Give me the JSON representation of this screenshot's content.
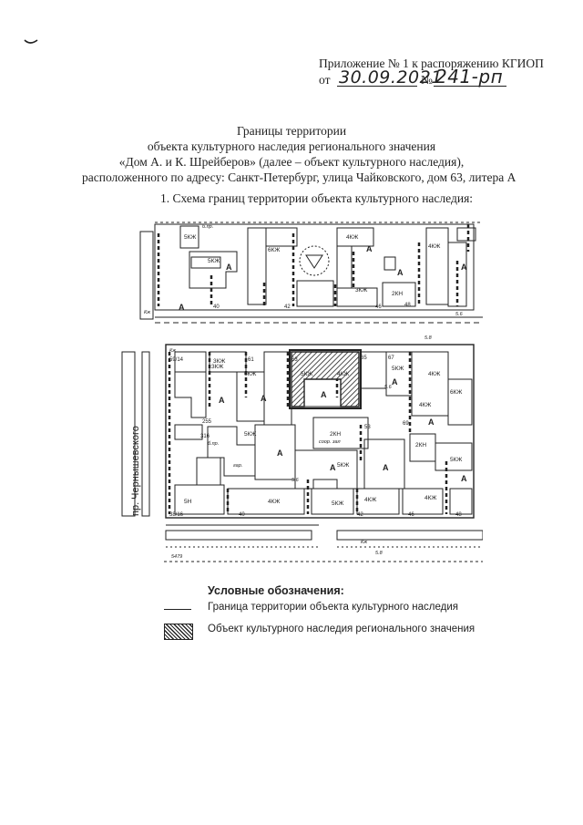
{
  "header": {
    "appendix": "Приложение № 1 к распоряжению КГИОП",
    "date_prefix": "от",
    "date_handwritten": "30.09.2021",
    "number_prefix": "№",
    "number_handwritten": "241-рп"
  },
  "title_lines": [
    "Границы территории",
    "объекта культурного наследия регионального значения",
    "«Дом А. и К. Шрейберов» (далее – объект культурного наследия),",
    "расположенного по адресу: Санкт-Петербург, улица Чайковского, дом 63, литера А"
  ],
  "section_title": "1.   Схема границ территории объекта культурного наследия:",
  "map": {
    "street_label": "пр. Чернышевского",
    "building_labels": [
      {
        "text": "5КЖ"
      },
      {
        "text": "6КЖ"
      },
      {
        "text": "4КЖ"
      },
      {
        "text": "4КЖ"
      },
      {
        "text": "5КЖ"
      },
      {
        "text": "3КЖ"
      },
      {
        "text": "2КН"
      },
      {
        "text": "3КЖ"
      },
      {
        "text": "6КЖ"
      },
      {
        "text": "4КЖ"
      },
      {
        "text": "5КЖ"
      },
      {
        "text": "5КЖ"
      },
      {
        "text": "2КН"
      },
      {
        "text": "5КЖ"
      },
      {
        "text": "4КЖ"
      },
      {
        "text": "3КЖ"
      },
      {
        "text": "5Н"
      },
      {
        "text": "4КЖ"
      },
      {
        "text": "5КЖ"
      },
      {
        "text": "4КЖ"
      },
      {
        "text": "5КЖ"
      },
      {
        "text": "6КЖ"
      },
      {
        "text": "4КЖ"
      },
      {
        "text": "2КН"
      },
      {
        "text": "5КЖ"
      },
      {
        "text": "4КЖ"
      }
    ],
    "letter_labels": [
      {
        "text": "А"
      },
      {
        "text": "А"
      },
      {
        "text": "А"
      },
      {
        "text": "А"
      },
      {
        "text": "А"
      },
      {
        "text": "А"
      },
      {
        "text": "А"
      },
      {
        "text": "А"
      },
      {
        "text": "А"
      },
      {
        "text": "А"
      },
      {
        "text": "А"
      },
      {
        "text": "А"
      },
      {
        "text": "А"
      },
      {
        "text": "А"
      }
    ],
    "address_numbers": [
      {
        "text": "40"
      },
      {
        "text": "42"
      },
      {
        "text": "46"
      },
      {
        "text": "48"
      },
      {
        "text": "59/14"
      },
      {
        "text": "61"
      },
      {
        "text": "63"
      },
      {
        "text": "65"
      },
      {
        "text": "67"
      },
      {
        "text": "69"
      },
      {
        "text": "38/16"
      },
      {
        "text": "40"
      },
      {
        "text": "42"
      },
      {
        "text": "46"
      },
      {
        "text": "48"
      },
      {
        "text": "53"
      },
      {
        "text": "255"
      },
      {
        "text": "316"
      }
    ],
    "misc_labels": [
      {
        "text": "б.пр."
      },
      {
        "text": "б.пр."
      },
      {
        "text": "соор. зал"
      },
      {
        "text": "гар."
      },
      {
        "text": "5.6"
      },
      {
        "text": "5.6"
      },
      {
        "text": "5.8"
      },
      {
        "text": "5.8"
      },
      {
        "text": "5.6"
      },
      {
        "text": "5479"
      },
      {
        "text": "Кж"
      },
      {
        "text": "Кж"
      },
      {
        "text": "Кж"
      }
    ]
  },
  "legend": {
    "title": "Условные обозначения:",
    "items": [
      {
        "label": "Граница территории объекта культурного наследия"
      },
      {
        "label": "Объект культурного наследия регионального значения"
      }
    ]
  }
}
